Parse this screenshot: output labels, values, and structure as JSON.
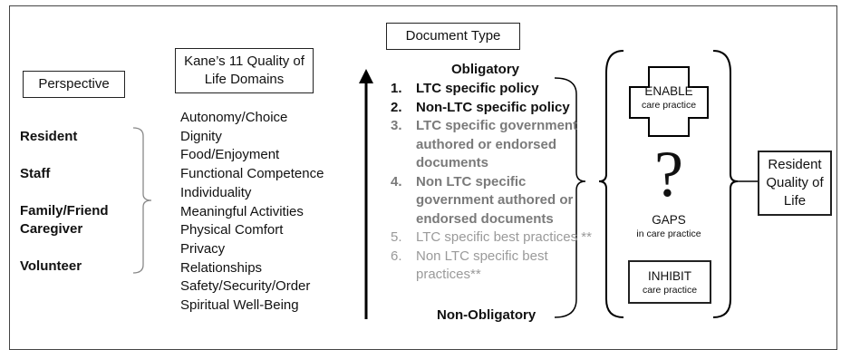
{
  "perspective": {
    "title": "Perspective",
    "items": [
      "Resident",
      "Staff",
      "Family/Friend\nCaregiver",
      "Volunteer"
    ]
  },
  "domains": {
    "title": "Kane’s 11 Quality of Life Domains",
    "items": [
      "Autonomy/Choice",
      "Dignity",
      "Food/Enjoyment",
      "Functional Competence",
      "Individuality",
      "Meaningful Activities",
      "Physical Comfort",
      "Privacy",
      "Relationships",
      "Safety/Security/Order",
      "Spiritual Well-Being"
    ]
  },
  "document_type": {
    "title": "Document Type",
    "top_label": "Obligatory",
    "bottom_label": "Non-Obligatory",
    "items": [
      {
        "num": "1.",
        "text": "LTC specific policy"
      },
      {
        "num": "2.",
        "text": "Non-LTC specific policy"
      },
      {
        "num": "3.",
        "text": "LTC specific government authored or endorsed documents"
      },
      {
        "num": "4.",
        "text": "Non LTC specific government authored or endorsed documents"
      },
      {
        "num": "5.",
        "text": "LTC specific best practices **"
      },
      {
        "num": "6.",
        "text": "Non LTC specific best practices**"
      }
    ]
  },
  "practice": {
    "enable_title": "ENABLE",
    "enable_sub": "care practice",
    "question_mark": "?",
    "gaps_title": "GAPS",
    "gaps_sub": "in care practice",
    "inhibit_title": "INHIBIT",
    "inhibit_sub": "care practice"
  },
  "outcome": {
    "label": "Resident Quality of Life"
  }
}
